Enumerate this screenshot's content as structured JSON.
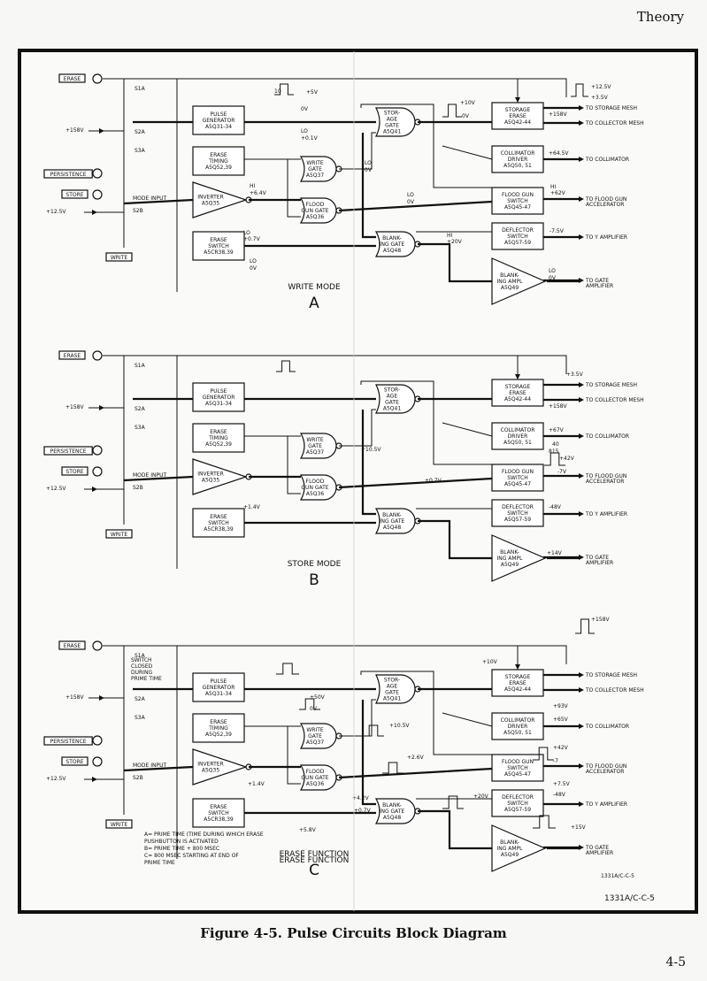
{
  "page": {
    "header": "Theory",
    "caption": "Figure 4-5. Pulse Circuits Block Diagram",
    "page_number": "4-5",
    "figure_id": "1331A/C-C-5",
    "small_ref": "1331A/C-C-5"
  },
  "switches": {
    "erase": "ERASE",
    "persistence": "PERSISTENCE",
    "store": "STORE",
    "write": "WRITE",
    "s1a": "S1A",
    "s2a": "S2A",
    "s3a": "S3A",
    "s2b": "S2B",
    "mode_input": "MODE INPUT",
    "v158": "+158V",
    "v125": "+12.5V"
  },
  "blocks": {
    "pulse_gen": [
      "PULSE",
      "GENERATOR",
      "A5Q31-34"
    ],
    "erase_timing": [
      "ERASE",
      "TIMING",
      "A5Q52,39"
    ],
    "inverter": [
      "INVERTER",
      "A5Q35"
    ],
    "erase_switch": [
      "ERASE",
      "SWITCH",
      "A5CR38,39"
    ],
    "storage_gate": [
      "STOR-",
      "AGE",
      "GATE",
      "A5Q41"
    ],
    "write_gate": [
      "WRITE",
      "GATE",
      "A5Q37"
    ],
    "flood_gate": [
      "FLOOD",
      "GUN GATE",
      "A5Q36"
    ],
    "blanking_gate": [
      "BLANK-",
      "ING GATE",
      "A5Q48"
    ],
    "storage_erase": [
      "STORAGE",
      "ERASE",
      "A5Q42-44"
    ],
    "collimator": [
      "COLLIMATOR",
      "DRIVER",
      "A5Q50, 51"
    ],
    "flood_switch": [
      "FLOOD GUN",
      "SWITCH",
      "A5Q45-47"
    ],
    "deflector": [
      "DEFLECTOR",
      "SWITCH",
      "A5Q57-59"
    ],
    "blank_amp": [
      "BLANK-",
      "ING AMPL",
      "A5Q49"
    ]
  },
  "outputs": [
    "TO STORAGE MESH",
    "TO COLLECTOR MESH",
    "TO COLLIMATOR",
    "TO FLOOD GUN",
    "ACCELERATOR",
    "TO Y AMPLIFIER",
    "TO GATE",
    "AMPLIFIER"
  ],
  "sections": [
    {
      "title": "WRITE MODE",
      "letter": "A"
    },
    {
      "title": "STORE MODE",
      "letter": "B"
    },
    {
      "title": "ERASE FUNCTION",
      "letter": "C"
    }
  ],
  "levels_a": {
    "lo_0v": "LO",
    "zero": "0V",
    "hi_64": "+6.4V",
    "hi_62": "+62V",
    "v64_5": "+64.5V",
    "hi_20": "+20V",
    "m7_5": "-7.5V",
    "p10v": "+10V",
    "p5v": "+5V",
    "p125": "+12.5V",
    "p3_5": "+3.5V",
    "p158": "+158V",
    "p0_1": "+0.1V",
    "p0_7": "+0.7V",
    "hi": "HI",
    "lo": "LO"
  },
  "levels_b": {
    "p10_5": "+10.5V",
    "p0_7": "+0.7V",
    "p1_4": "+1.4V",
    "p67": "+67V",
    "p42": "+42V",
    "m7": "-7V",
    "m48": "-48V",
    "p14": "+14V",
    "p3_5": "+3.5V",
    "p158": "+158V",
    "t40": "40",
    "t815": "815"
  },
  "levels_c": {
    "p50": "+50V",
    "p10_5": "+10.5V",
    "p2_6": "+2.6V",
    "p1_4": "+1.4V",
    "p4_2": "+4.2V",
    "p0_7": "+0.7V",
    "p5_8": "+5.8V",
    "p20": "+20V",
    "p10": "+10V",
    "p158": "+158V",
    "p93": "+93V",
    "p65": "+65V",
    "p42": "+42V",
    "m7": "-7",
    "p7_5": "+7.5V",
    "m48": "-48V",
    "p15": "+15V",
    "zero": "0V",
    "note_switch": [
      "SWITCH",
      "CLOSED",
      "DURING",
      "PRIME TIME"
    ],
    "lbl_a": "A",
    "lbl_b": "B",
    "lbl_c": "C"
  },
  "notes": [
    "A= PRIME TIME (TIME DURING WHICH ERASE",
    "PUSHBUTTON IS ACTIVATED",
    "B= PRIME TIME + 800 MSEC",
    "C= 800 MSEC STARTING AT END OF",
    "PRIME TIME"
  ]
}
